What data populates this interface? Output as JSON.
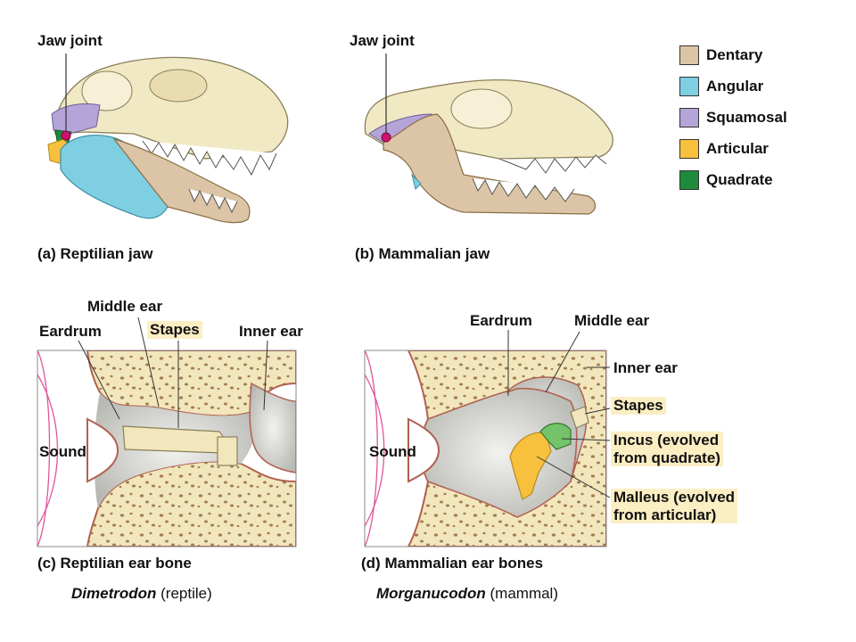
{
  "panel_a": {
    "jaw_joint": "Jaw joint",
    "caption_letter": "(a)",
    "caption": "Reptilian jaw"
  },
  "panel_b": {
    "jaw_joint": "Jaw joint",
    "caption_letter": "(b)",
    "caption": "Mammalian jaw"
  },
  "legend": [
    {
      "label": "Dentary",
      "color": "#dcc4a6"
    },
    {
      "label": "Angular",
      "color": "#7fcfe2"
    },
    {
      "label": "Squamosal",
      "color": "#b5a4d8"
    },
    {
      "label": "Articular",
      "color": "#f8c13d"
    },
    {
      "label": "Quadrate",
      "color": "#1e8a3c"
    }
  ],
  "panel_c": {
    "middle_ear": "Middle ear",
    "eardrum": "Eardrum",
    "stapes": "Stapes",
    "inner_ear": "Inner ear",
    "sound": "Sound",
    "caption_letter": "(c)",
    "caption": "Reptilian ear bone",
    "species": "Dimetrodon",
    "species_note": "(reptile)"
  },
  "panel_d": {
    "eardrum": "Eardrum",
    "middle_ear": "Middle ear",
    "inner_ear": "Inner ear",
    "stapes": "Stapes",
    "incus_line1": "Incus (evolved",
    "incus_line2": "from quadrate)",
    "malleus_line1": "Malleus (evolved",
    "malleus_line2": "from articular)",
    "sound": "Sound",
    "caption_letter": "(d)",
    "caption": "Mammalian ear bones",
    "species": "Morganucodon",
    "species_note": "(mammal)"
  },
  "colors": {
    "skull": "#f1e9c4",
    "bone": "#f2e6bc",
    "cavity": "#d6d6d2",
    "membrane": "#c98977",
    "sound_wave": "#e0559b",
    "joint": "#d0116e",
    "highlight": "#fbeec3"
  }
}
